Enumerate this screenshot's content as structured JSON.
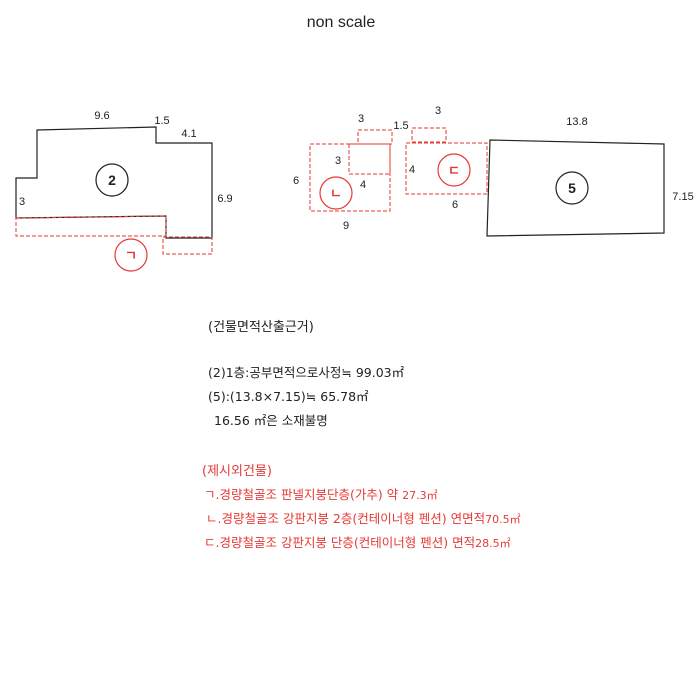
{
  "header": {
    "title": "non scale"
  },
  "colors": {
    "outline": "#222222",
    "annex": "#e53935"
  },
  "diagram": {
    "building2": {
      "id": "2",
      "dims": {
        "top_left": "9.6",
        "step": "1.5",
        "top_right": "4.1",
        "right": "6.9",
        "left": "3"
      }
    },
    "building_l": {
      "id": "ㄴ",
      "dims": {
        "top": "3",
        "gap": "1.5",
        "left": "6",
        "inner_top": "3",
        "inner_bottom": "4",
        "bottom": "9"
      }
    },
    "building_d": {
      "id": "ㄷ",
      "dims": {
        "top": "3",
        "left": "4",
        "bottom": "6"
      }
    },
    "building5": {
      "id": "5",
      "dims": {
        "top": "13.8",
        "right": "7.15"
      }
    },
    "annex_g": {
      "id": "ㄱ"
    }
  },
  "notes": {
    "heading": "(건물면적산출근거)",
    "lines": [
      "(2)1층:공부면적으로사정≒ 99.03㎡",
      "(5):(13.8×7.15)≒ 65.78㎡",
      "16.56 ㎡은 소재불명"
    ]
  },
  "annex": {
    "heading": "(제시외건물)",
    "items": [
      {
        "label": "ㄱ.경량철골조 판넬지붕단층(가추) 약 ",
        "area": "27.3㎡"
      },
      {
        "label": "ㄴ.경량철골조 강판지붕 2층(컨테이너형 펜션) 연면적",
        "area": "70.5㎡"
      },
      {
        "label": "ㄷ.경량철골조 강판지붕 단층(컨테이너형 펜션) 면적",
        "area": "28.5㎡"
      }
    ]
  }
}
